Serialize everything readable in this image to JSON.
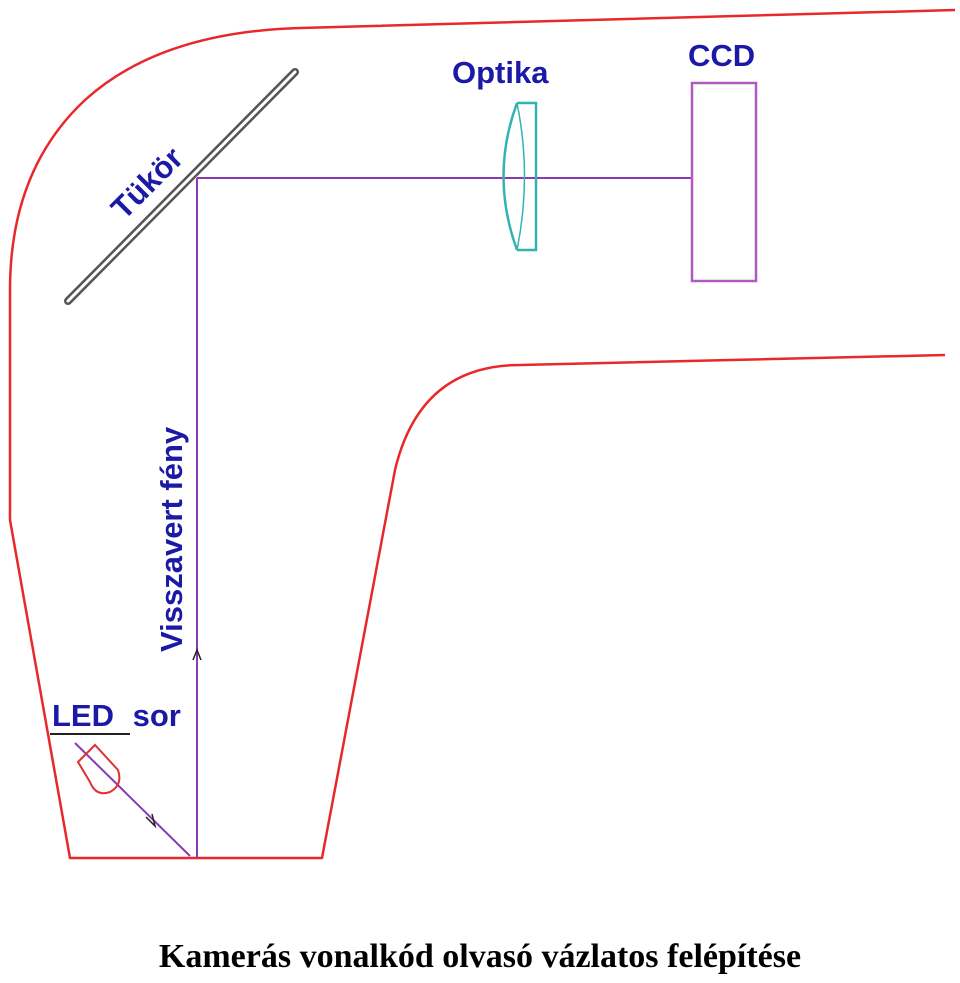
{
  "labels": {
    "mirror": "Tükör",
    "optics": "Optika",
    "ccd": "CCD",
    "reflected_light": "Visszavert fény",
    "led_underlined": "LED",
    "led_suffix": "sor"
  },
  "caption": "Kamerás vonalkód olvasó vázlatos felépítése",
  "colors": {
    "housing": "#e8282b",
    "light_path": "#8a3ab0",
    "ccd": "#b05ac0",
    "lens": "#2fb3b3",
    "mirror": "#555555",
    "label": "#1a1aa6",
    "led": "#e03030"
  }
}
